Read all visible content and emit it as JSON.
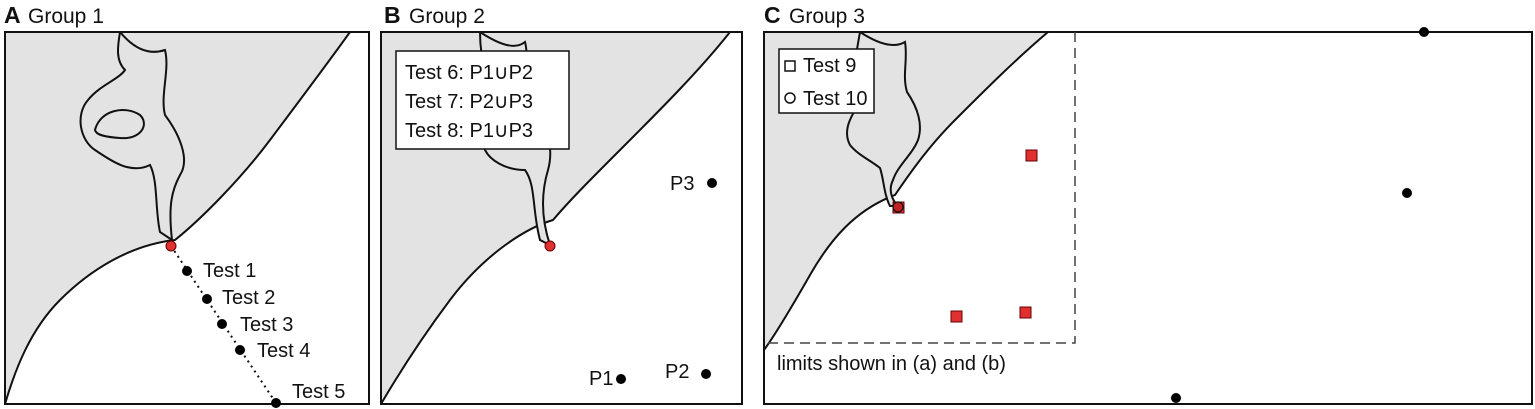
{
  "panels": {
    "a": {
      "letter": "A",
      "title": "Group 1",
      "tests": [
        "Test 1",
        "Test 2",
        "Test 3",
        "Test 4",
        "Test 5"
      ]
    },
    "b": {
      "letter": "B",
      "title": "Group 2",
      "legend": [
        "Test 6: P1∪P2",
        "Test 7: P2∪P3",
        "Test 8: P1∪P3"
      ],
      "points": [
        "P1",
        "P2",
        "P3"
      ]
    },
    "c": {
      "letter": "C",
      "title": "Group 3",
      "legend": [
        "Test 9",
        "Test 10"
      ],
      "limits_label": "limits shown in (a) and (b)"
    }
  },
  "colors": {
    "land": "#e3e3e3",
    "marker_red": "#e03030",
    "point": "#000000"
  }
}
